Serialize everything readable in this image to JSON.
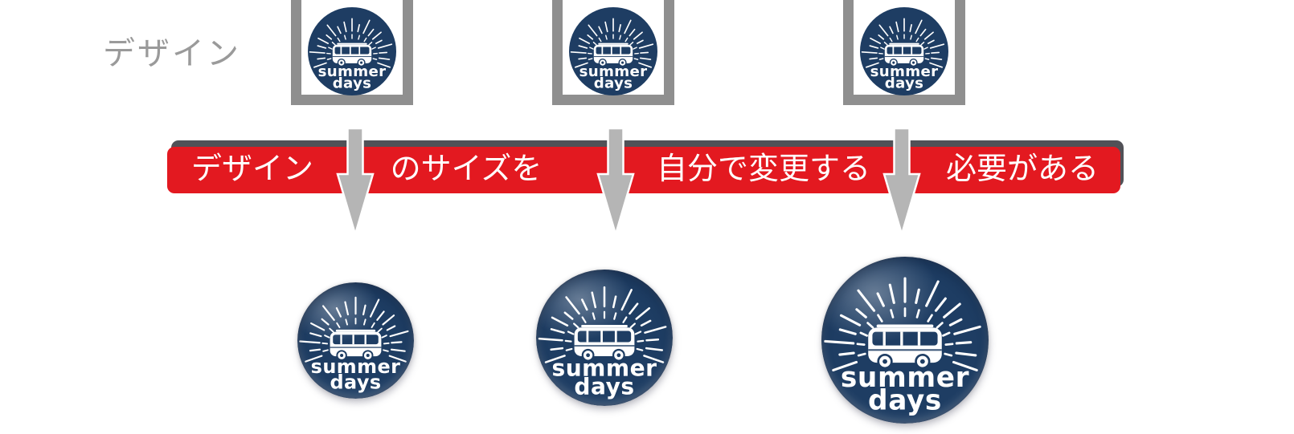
{
  "design_label": "デザイン",
  "badge_logo": {
    "line1": "summer",
    "line2": "days",
    "navy": "#1e3d63"
  },
  "banner": {
    "segments": [
      "デザイン",
      "のサイズを",
      "自分で変更する",
      "必要がある"
    ],
    "full_text": "デザインのサイズを自分で変更する必要がある",
    "red": "#e31920",
    "shadow_gray": "#515157",
    "text_color": "#ffffff"
  },
  "colors": {
    "frame_gray": "#8f8f8f",
    "arrow_gray": "#b5b5b5",
    "label_gray": "#9a9a9a"
  }
}
